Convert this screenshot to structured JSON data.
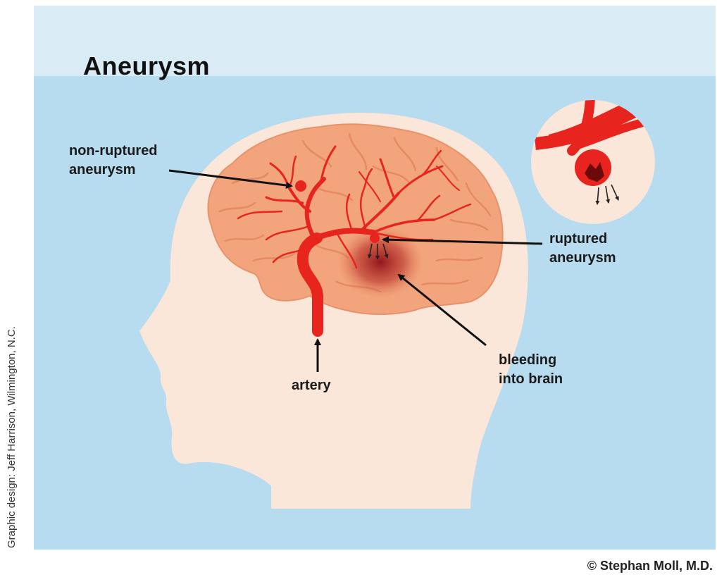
{
  "title": "Aneurysm",
  "labels": {
    "non_ruptured_line1": "non-ruptured",
    "non_ruptured_line2": "aneurysm",
    "ruptured_line1": "ruptured",
    "ruptured_line2": "aneurysm",
    "bleeding_line1": "bleeding",
    "bleeding_line2": "into brain",
    "artery": "artery"
  },
  "credits": {
    "graphic_design": "Graphic design: Jeff Harrison, Wilmington, N.C.",
    "copyright": "© Stephan Moll, M.D."
  },
  "colors": {
    "background_top": "#d9ecf6",
    "background_main": "#b8dcef",
    "head": "#fbe6da",
    "brain": "#f2a57c",
    "vessel": "#e8241f"
  }
}
